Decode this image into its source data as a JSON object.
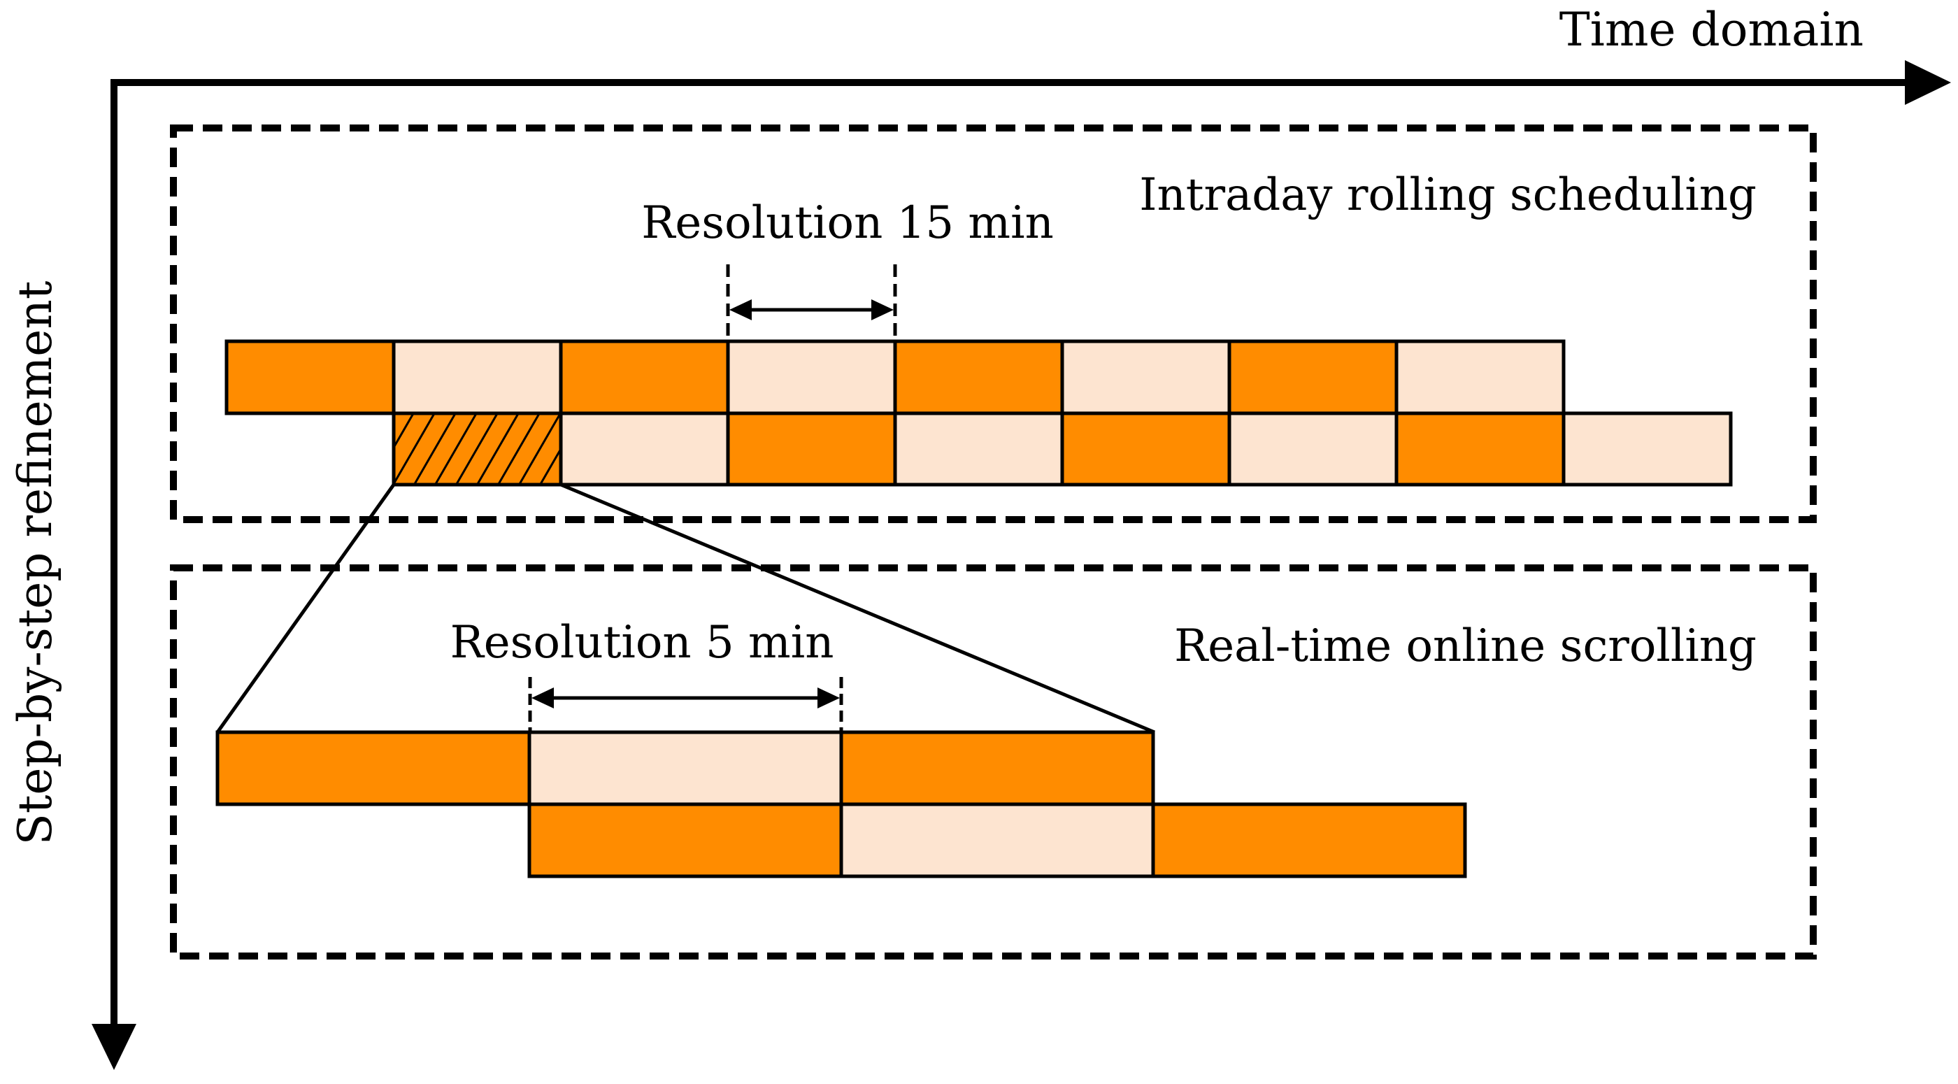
{
  "axes": {
    "horizontal_label": "Time domain",
    "vertical_label": "Step-by-step refinement"
  },
  "intraday": {
    "title": "Intraday rolling scheduling",
    "resolution_label": "Resolution 15 min",
    "row1": [
      "dark",
      "light",
      "dark",
      "light",
      "dark",
      "light",
      "dark",
      "light"
    ],
    "row2": [
      "hatched",
      "light",
      "dark",
      "light",
      "dark",
      "light",
      "dark",
      "light"
    ]
  },
  "realtime": {
    "title": "Real-time online scrolling",
    "resolution_label": "Resolution 5 min",
    "row1": [
      "dark",
      "light",
      "dark"
    ],
    "row2": [
      "dark",
      "light",
      "dark"
    ]
  },
  "colors": {
    "dark": "#FF8C00",
    "light": "#FDE4D0",
    "stroke": "#000000"
  }
}
